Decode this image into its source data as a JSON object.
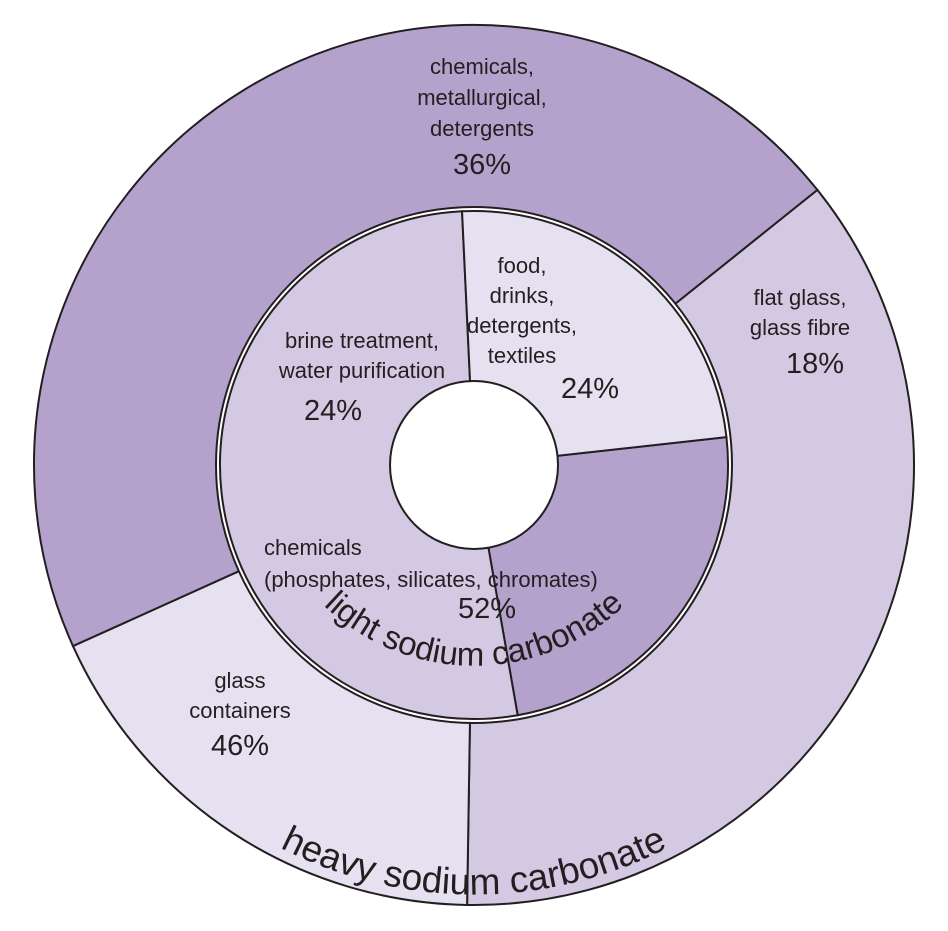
{
  "chart_data": {
    "type": "pie",
    "rings": [
      {
        "name": "heavy sodium carbonate",
        "segments": [
          {
            "label_lines": [
              "chemicals,",
              "metallurgical,",
              "detergents"
            ],
            "value": 36,
            "value_label": "36%",
            "color": "#d4c9e3"
          },
          {
            "label_lines": [
              "flat glass,",
              "glass fibre"
            ],
            "value": 18,
            "value_label": "18%",
            "color": "#e6e1f0"
          },
          {
            "label_lines": [
              "glass",
              "containers"
            ],
            "value": 46,
            "value_label": "46%",
            "color": "#b4a2cd"
          }
        ]
      },
      {
        "name": "light sodium carbonate",
        "segments": [
          {
            "label_lines": [
              "food,",
              "drinks,",
              "detergents,",
              "textiles"
            ],
            "value": 24,
            "value_label": "24%",
            "color": "#b4a2cd"
          },
          {
            "label_lines": [
              "chemicals",
              "(phosphates, silicates, chromates)"
            ],
            "value": 52,
            "value_label": "52%",
            "color": "#d4c9e3"
          },
          {
            "label_lines": [
              "brine treatment,",
              "water purification"
            ],
            "value": 24,
            "value_label": "24%",
            "color": "#e6e1f0"
          }
        ]
      }
    ]
  }
}
